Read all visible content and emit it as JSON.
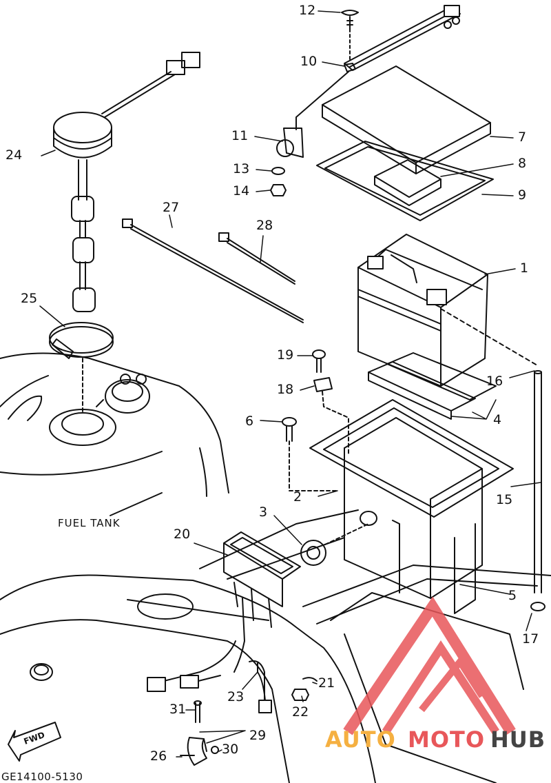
{
  "diagram": {
    "part_labels": [
      "1",
      "2",
      "3",
      "4",
      "5",
      "6",
      "7",
      "8",
      "9",
      "10",
      "11",
      "12",
      "13",
      "14",
      "15",
      "16",
      "17",
      "18",
      "19",
      "20",
      "21",
      "22",
      "23",
      "24",
      "25",
      "26",
      "27",
      "28",
      "29",
      "30",
      "31"
    ],
    "fuel_tank_label": "FUEL TANK",
    "fwd_label": "FWD",
    "drawing_code": "GE14100-5130"
  },
  "watermark": {
    "part1": "AUTO",
    "part2": "MOTO",
    "part3": "HUB",
    "color_orange": "#f5b041",
    "color_red": "#e8575a",
    "color_dark": "#444444"
  }
}
